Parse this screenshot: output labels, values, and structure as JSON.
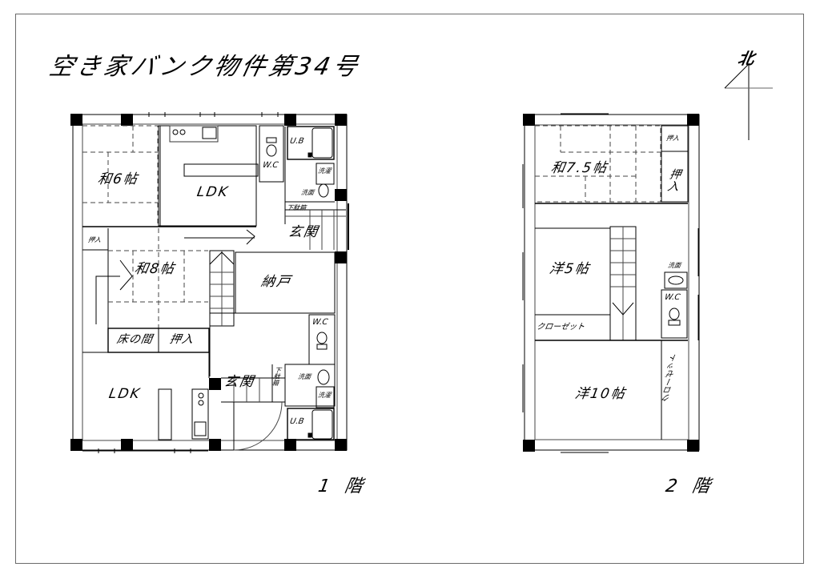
{
  "document": {
    "title": "空き家バンク物件第34号",
    "north_label": "北"
  },
  "floor1": {
    "label": "1 階",
    "rooms": {
      "washitsu6": "和6帖",
      "ldk_upper": "LDK",
      "wc_upper": "W.C",
      "ub_upper": "U.B",
      "sentaku_upper": "洗濯",
      "senmen_upper": "洗面",
      "getabako_upper": "下駄箱",
      "genkan_upper": "玄関",
      "oshiire_small": "押入",
      "washitsu8": "和8帖",
      "nando": "納戸",
      "tokonoma": "床の間",
      "oshiire_lower": "押入",
      "wc_lower": "W.C",
      "ldk_lower": "LDK",
      "genkan_lower": "玄関",
      "getabako_lower": "下駄箱",
      "senmen_lower": "洗面",
      "sentaku_lower": "洗濯",
      "ub_lower": "U.B"
    }
  },
  "floor2": {
    "label": "2 階",
    "rooms": {
      "washitsu75": "和7.5帖",
      "oshiire_small": "押入",
      "oshiire_vert": "押入",
      "you5": "洋5帖",
      "senmen": "洗面",
      "wc": "W.C",
      "closet_horiz": "クローゼット",
      "you10": "洋10帖",
      "closet_vert": "クローゼット"
    }
  },
  "colors": {
    "line": "#000000",
    "wall_fill": "#000000",
    "thin_line": "#555555",
    "frame": "#6a6a6a",
    "background": "#ffffff"
  }
}
